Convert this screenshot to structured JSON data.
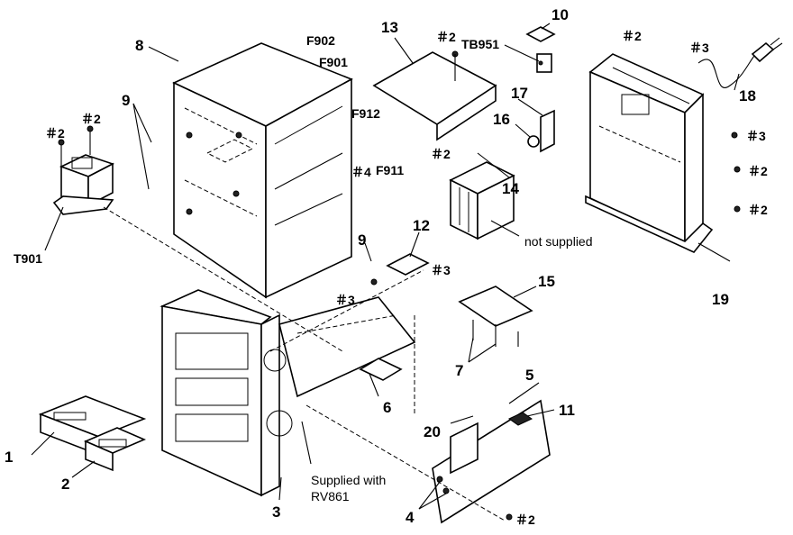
{
  "labels": {
    "n1": "1",
    "n2": "2",
    "n3": "3",
    "n4": "4",
    "n5": "5",
    "n6": "6",
    "n7": "7",
    "n8": "8",
    "n9a": "9",
    "n9b": "9",
    "n10": "10",
    "n11": "11",
    "n12": "12",
    "n13": "13",
    "n14": "14",
    "n15": "15",
    "n16": "16",
    "n17": "17",
    "n18": "18",
    "n19": "19",
    "n20": "20",
    "t901": "T901",
    "tb951": "TB951",
    "f901": "F901",
    "f902": "F902",
    "f911": "F911",
    "f912": "F912",
    "s_t901_a": "＃2",
    "s_t901_b": "＃2",
    "s_f_top": "＃2",
    "s_f911": "＃4",
    "s_mid": "＃2",
    "s_tb_a": "＃2",
    "s_tb_b": "＃3",
    "s_r1": "＃3",
    "s_r2": "＃2",
    "s_r3": "＃2",
    "s_12": "＃3",
    "s_left": "＃3",
    "s_bottom": "＃2",
    "not_supplied": "not supplied",
    "supplied_line1": "Supplied with",
    "supplied_line2": "RV861"
  }
}
